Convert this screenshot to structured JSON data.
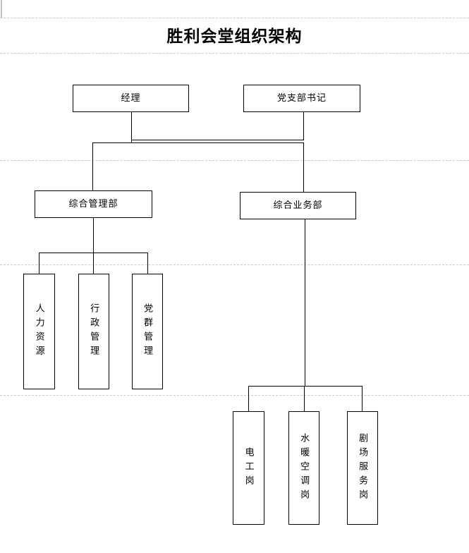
{
  "document": {
    "title": "胜利会堂组织架构"
  },
  "chart": {
    "type": "org-chart",
    "level1": [
      {
        "id": "manager",
        "label": "经理",
        "orientation": "horizontal"
      },
      {
        "id": "party-secretary",
        "label": "党支部书记",
        "orientation": "horizontal"
      }
    ],
    "level2": [
      {
        "id": "general-management-dept",
        "label": "综合管理部",
        "orientation": "horizontal"
      },
      {
        "id": "general-business-dept",
        "label": "综合业务部",
        "orientation": "horizontal"
      }
    ],
    "level3_left": [
      {
        "id": "human-resources",
        "label": "人力资源",
        "orientation": "vertical"
      },
      {
        "id": "administration",
        "label": "行政管理",
        "orientation": "vertical"
      },
      {
        "id": "party-mass-management",
        "label": "党群管理",
        "orientation": "vertical"
      }
    ],
    "level3_right": [
      {
        "id": "electrician-post",
        "label": "电工岗",
        "orientation": "vertical"
      },
      {
        "id": "hvac-post",
        "label": "水暖空调岗",
        "orientation": "vertical"
      },
      {
        "id": "theater-service-post",
        "label": "剧场服务岗",
        "orientation": "vertical"
      }
    ]
  },
  "colors": {
    "line": "#000000",
    "guide": "#c9c9c9",
    "text": "#000000",
    "background": "#ffffff"
  }
}
